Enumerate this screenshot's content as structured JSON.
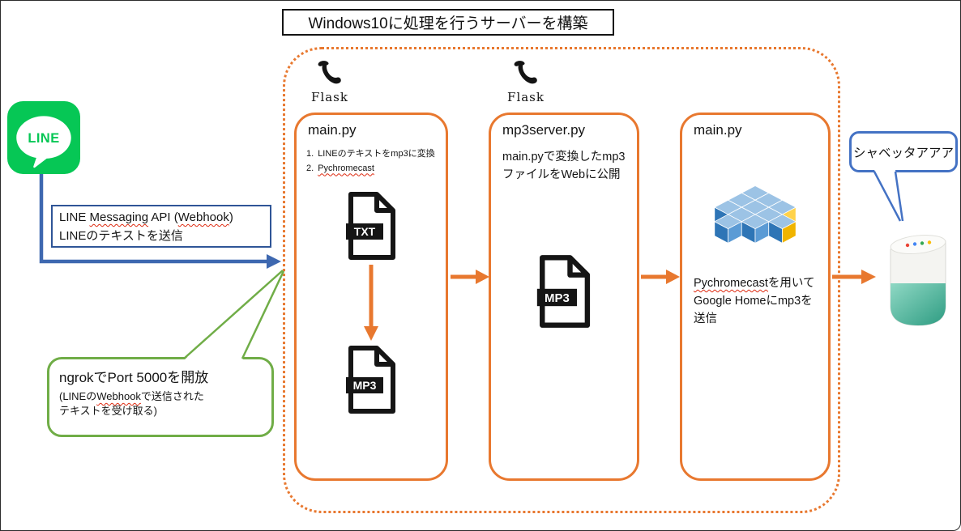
{
  "title": "Windows10に処理を行うサーバーを構築",
  "line_logo": {
    "label": "LINE"
  },
  "api_box": {
    "parts": [
      "LINE ",
      "Messaging",
      " API (",
      "Webhook",
      ")"
    ],
    "line2": "LINEのテキストを送信"
  },
  "flask": {
    "label": "Flask"
  },
  "box1": {
    "title": "main.py",
    "step1_num": "1.",
    "step1": "LINEのテキストをmp3に変換",
    "step2_num": "2.",
    "step2": "Pychromecast",
    "txt_label": "TXT",
    "mp3_label": "MP3"
  },
  "box2": {
    "title": "mp3server.py",
    "desc_line1": "main.pyで変換したmp3",
    "desc_line2": "ファイルをWebに公開",
    "mp3_label": "MP3"
  },
  "box3": {
    "title": "main.py",
    "desc_parts": [
      "Pychromecast",
      "を用いて"
    ],
    "desc_line2": "Google Homeにmp3を",
    "desc_line3": "送信"
  },
  "ngrok_bubble": {
    "title": "ngrokでPort 5000を開放",
    "sub_parts": [
      "(LINEの",
      "Webhook",
      "で送信された"
    ],
    "sub_line2": "テキストを受け取る)"
  },
  "speech_bubble": {
    "text": "シャベッタアアア"
  },
  "colors": {
    "orange": "#E8782F",
    "blue_arrow": "#3E68B0",
    "box_blue": "#2F5597",
    "bubble_blue": "#4472C4",
    "green": "#70AD47",
    "line_green": "#06C755",
    "python_dark_blue": "#2E75B6",
    "python_light_blue": "#9CC3E5",
    "python_yellow": "#FFD24A"
  }
}
